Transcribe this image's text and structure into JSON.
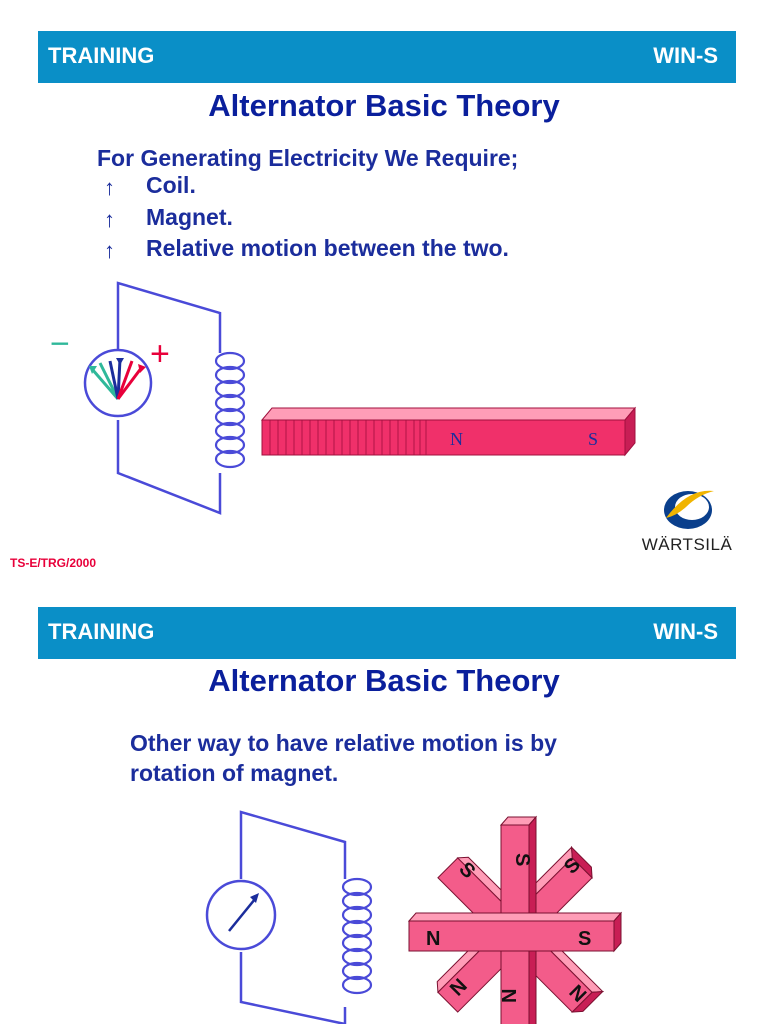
{
  "colors": {
    "banner": "#0a8fc7",
    "title": "#0a1f9c",
    "body_text": "#1b2d9c",
    "circuit": "#4a4ad8",
    "magnet": "#f0306a",
    "magnet_light": "#ff9db7",
    "footer": "#e8003a"
  },
  "slide1": {
    "banner_left": "TRAINING",
    "banner_right": "WIN-S",
    "title": "Alternator Basic Theory",
    "intro": "For Generating Electricity We Require;",
    "bullets": [
      "Coil.",
      "Magnet.",
      "Relative motion between the two."
    ],
    "bullet_icon": "up-arrow-icon",
    "diagram": {
      "minus_sign": "−",
      "plus_sign": "+",
      "magnet_north": "N",
      "magnet_south": "S"
    },
    "footer": "TS-E/TRG/2000",
    "logo_text": "WÄRTSILÄ"
  },
  "slide2": {
    "banner_left": "TRAINING",
    "banner_right": "WIN-S",
    "title": "Alternator Basic Theory",
    "body_line1": "Other way to have relative motion is  by",
    "body_line2": "rotation of magnet.",
    "star_labels": {
      "top": "S",
      "upper_left": "S",
      "upper_right": "S",
      "left": "N",
      "right": "S",
      "lower_left": "N",
      "bottom": "N",
      "lower_right": "N"
    }
  }
}
